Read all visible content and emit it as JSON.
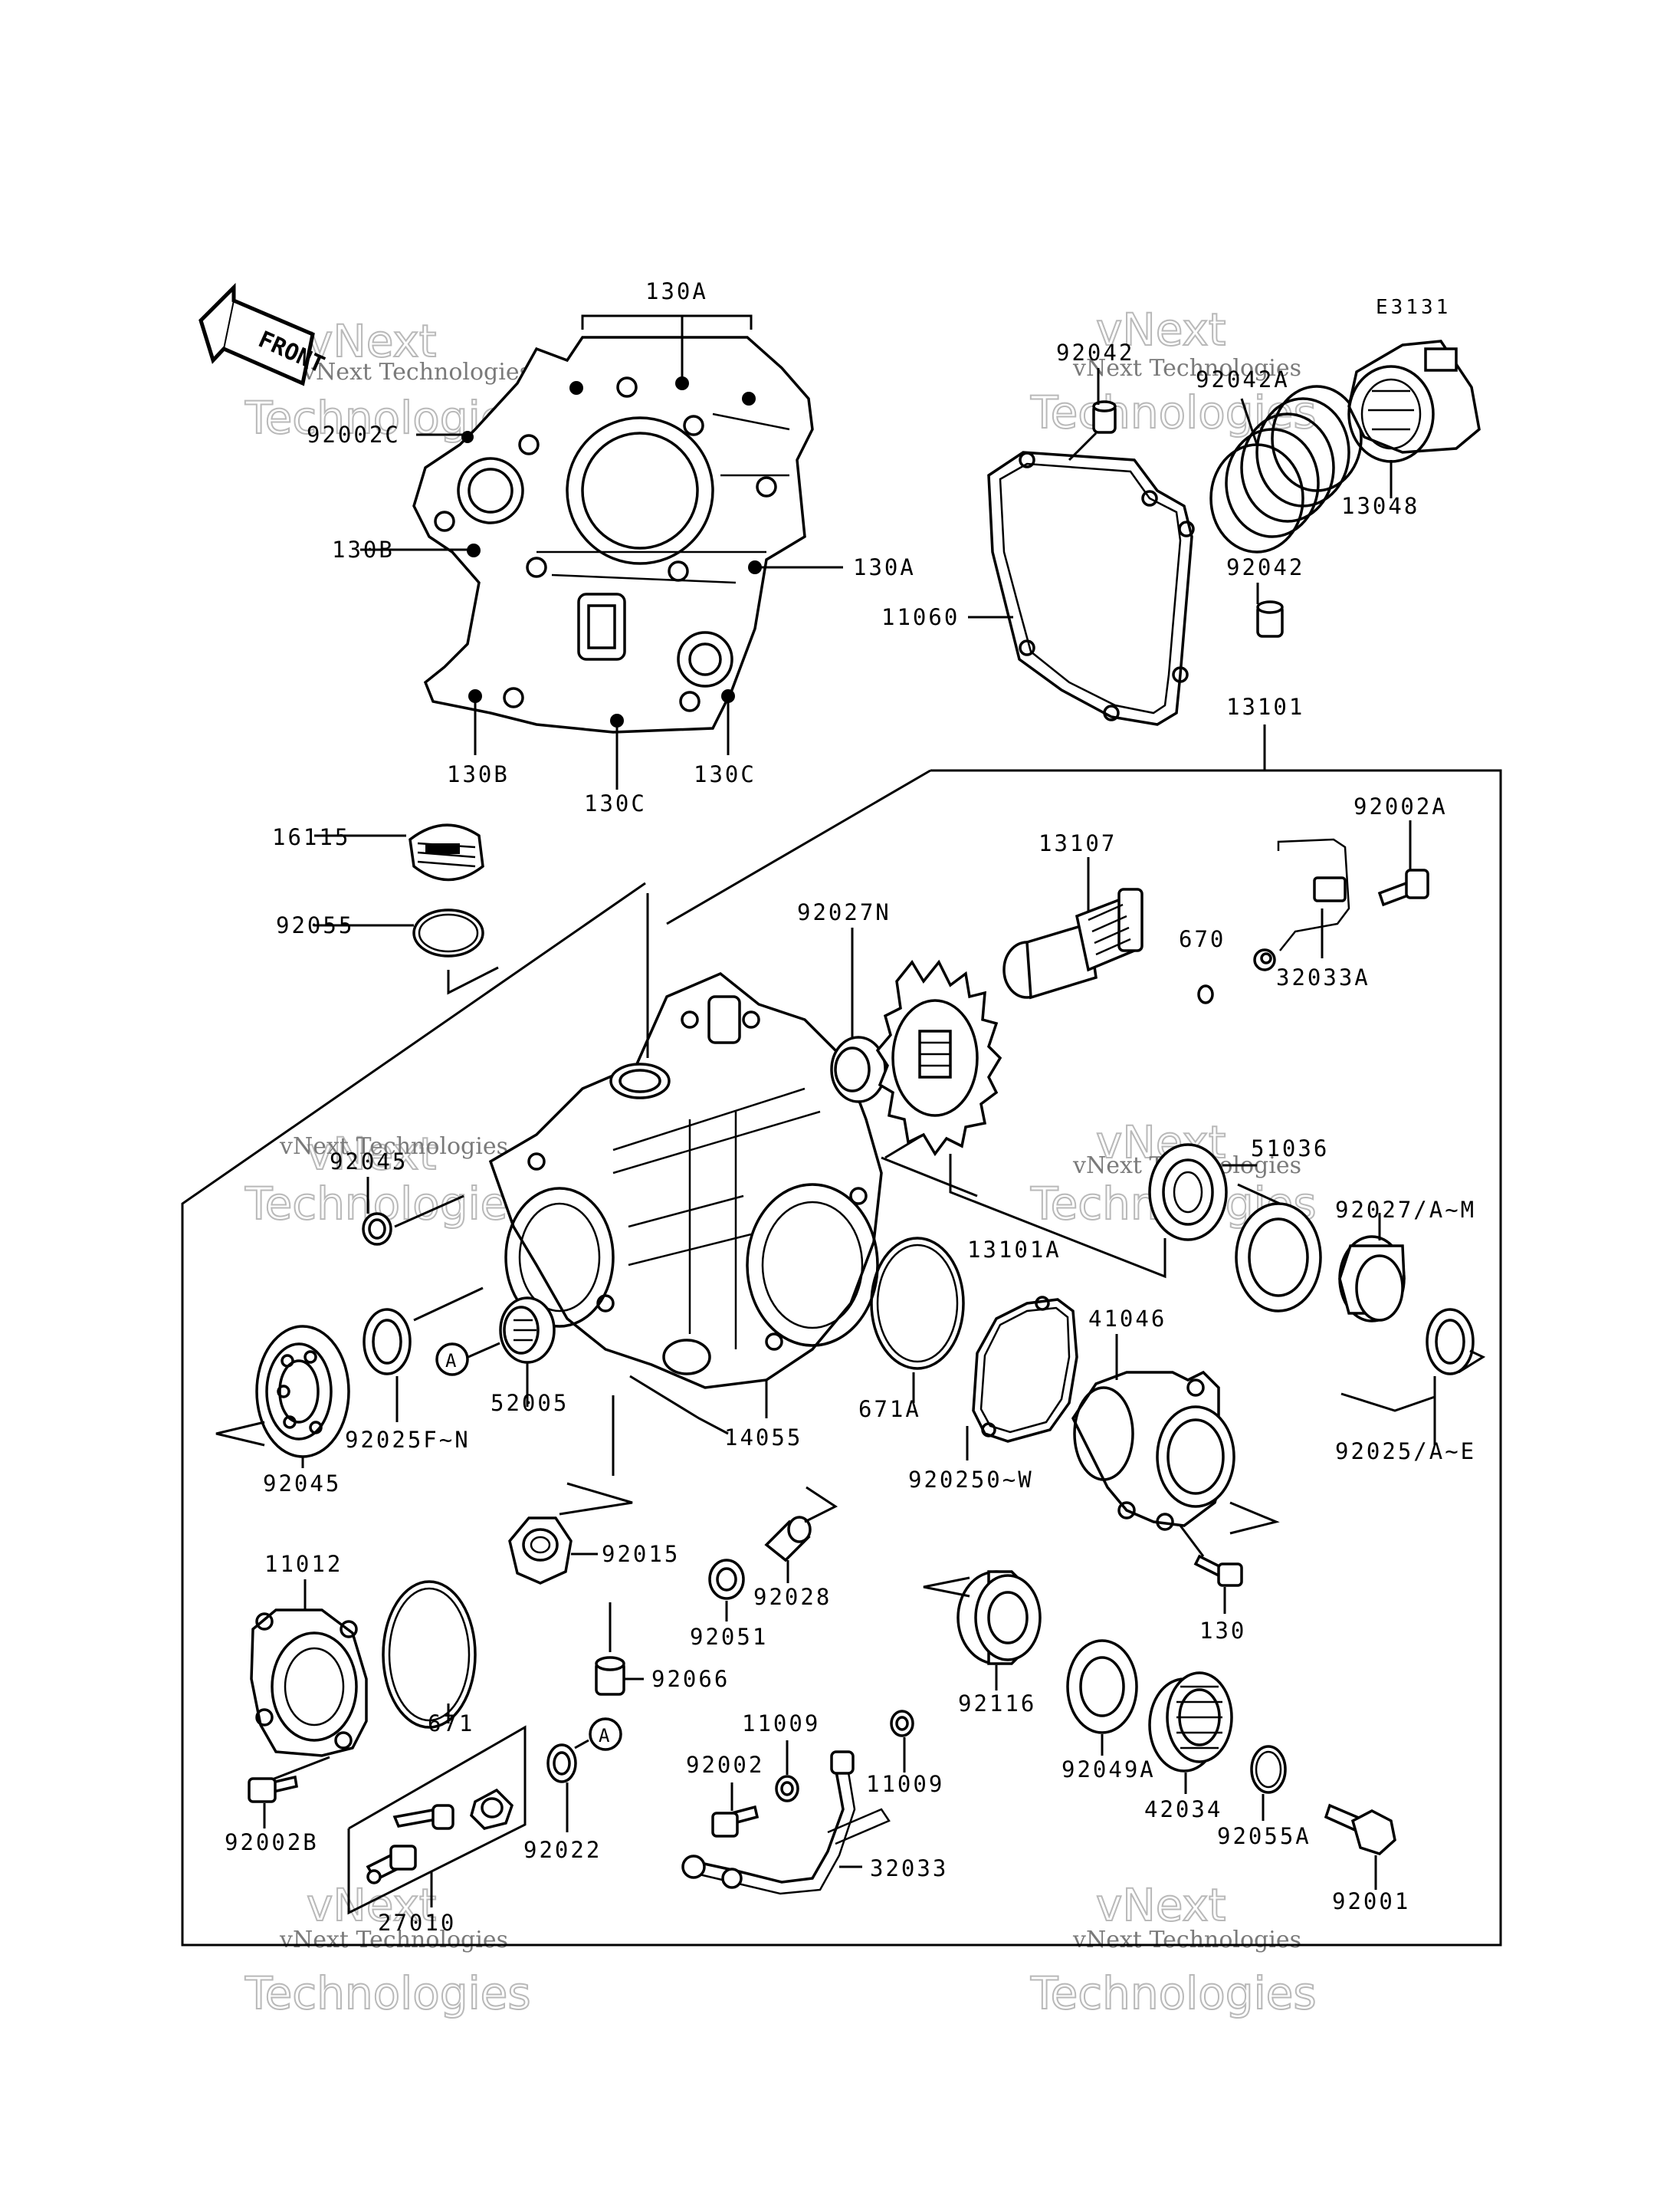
{
  "diagram_code": "E3131",
  "front_arrow_label": "FRONT",
  "watermark": {
    "small_text": "vNext Technologies",
    "big_text_line1": "vNext",
    "big_text_line2": "Technologies"
  },
  "part_labels": [
    "130A",
    "92002C",
    "130B",
    "130A",
    "130B",
    "130C",
    "130C",
    "92042",
    "92042A",
    "13048",
    "92042",
    "11060",
    "13101",
    "16115",
    "92055",
    "13107",
    "92002A",
    "92027N",
    "670",
    "32033A",
    "92045",
    "51036",
    "92027/A~M",
    "13101A",
    "41046",
    "671A",
    "52005",
    "92025F~N",
    "92045",
    "14055",
    "920250~W",
    "92025/A~E",
    "92015",
    "92028",
    "92051",
    "11012",
    "130",
    "92116",
    "92066",
    "671",
    "92049A",
    "11009",
    "92002",
    "11009",
    "42034",
    "92055A",
    "92002B",
    "92022",
    "32033",
    "92001",
    "27010"
  ],
  "reference_markers": [
    "A",
    "A"
  ]
}
